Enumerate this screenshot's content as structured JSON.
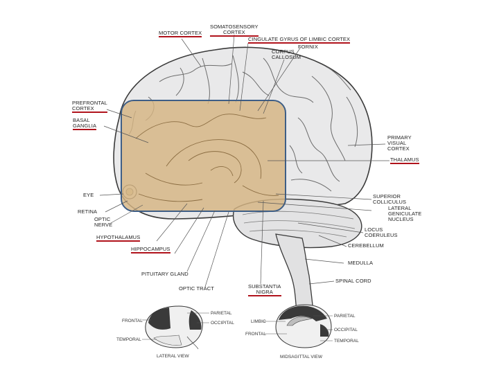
{
  "labels": {
    "motor_cortex": "MOTOR CORTEX",
    "somatosensory_cortex": "SOMATOSENSORY\nCORTEX",
    "cingulate_gyrus": "CINGULATE GYRUS OF LIMBIC CORTEX",
    "fornix": "FORNIX",
    "corpus_callosum": "CORPUS\nCALLOSUM",
    "prefrontal_cortex": "PREFRONTAL\nCORTEX",
    "basal_ganglia": "BASAL\nGANGLIA",
    "primary_visual_cortex": "PRIMARY\nVISUAL\nCORTEX",
    "thalamus": "THALAMUS",
    "eye": "EYE",
    "retina": "RETINA",
    "optic_nerve": "OPTIC\nNERVE",
    "superior_colliculus": "SUPERIOR\nCOLLICULUS",
    "lateral_geniculate_nucleus": "LATERAL\nGENICULATE\nNUCLEUS",
    "hypothalamus": "HYPOTHALAMUS",
    "locus_coeruleus": "LOCUS\nCOERULEUS",
    "hippocampus": "HIPPOCAMPUS",
    "cerebellum": "CEREBELLUM",
    "medulla": "MEDULLA",
    "pituitary_gland": "PITUITARY GLAND",
    "optic_tract": "OPTIC TRACT",
    "substantia_nigra": "SUBSTANTIA\nNIGRA",
    "spinal_cord": "SPINAL CORD"
  },
  "lateral_view": {
    "frontal": "FRONTAL",
    "parietal": "PARIETAL",
    "occipital": "OCCIPITAL",
    "temporal": "TEMPORAL",
    "caption": "LATERAL VIEW"
  },
  "midsagittal_view": {
    "limbic": "LIMBIC",
    "frontal": "FRONTAL",
    "parietal": "PARIETAL",
    "occipital": "OCCIPITAL",
    "temporal": "TEMPORAL",
    "caption": "MIDSAGITTAL VIEW"
  },
  "colors": {
    "highlight_underline": "#b0121b",
    "overlay_border": "#3e5e86",
    "overlay_fill": "#d6b582"
  }
}
